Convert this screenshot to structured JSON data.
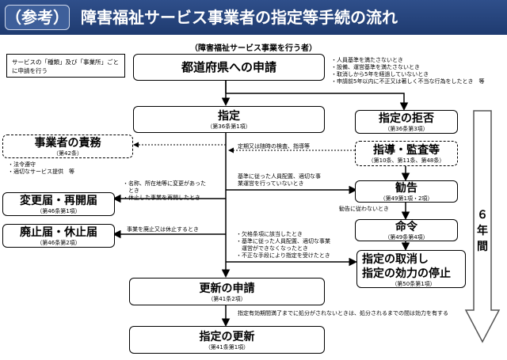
{
  "header": {
    "tag": "（参考）",
    "title": "障害福祉サービス事業者の指定等手続の流れ"
  },
  "subtitle": "（障害福祉サービス事業を行う者）",
  "side_note": "サービスの「種類」及び「事業所」ごとに申請を行う",
  "boxes": {
    "application": {
      "title": "都道府県への申請"
    },
    "designation": {
      "title": "指定",
      "sub": "（第36条第1項）"
    },
    "refusal": {
      "title": "指定の拒否",
      "sub": "（第36条第3項）"
    },
    "duties": {
      "title": "事業者の責務",
      "sub": "（第42条）"
    },
    "guidance": {
      "title": "指導・監査等",
      "sub": "（第10条、第11条、第48条）"
    },
    "recommendation": {
      "title": "勧告",
      "sub": "（第49第1項・2項）"
    },
    "change": {
      "title": "変更届・再開届",
      "sub": "（第46条第1項）"
    },
    "order": {
      "title": "命令",
      "sub": "（第49条第4項）"
    },
    "abolition": {
      "title": "廃止届・休止届",
      "sub": "（第46条第2項）"
    },
    "revocation": {
      "title1": "指定の取消し",
      "title2": "指定の効力の停止",
      "sub": "（第50条第1項）"
    },
    "renewal_app": {
      "title": "更新の申請",
      "sub": "（第41条2項）"
    },
    "renewal": {
      "title": "指定の更新",
      "sub": "（第41条第1項）"
    }
  },
  "notes": {
    "refusal_reasons": "・人員基準を満たさないとき\n・設備、運営基準を満たさないとき\n・取消しから5年を経過していないとき\n・申請前5年以内に不正又は著しく不当な行為をしたとき　等",
    "duties_items": "・法令遵守\n・適切なサービス提供　等",
    "inspection": "定期又は随時の検査、指導等",
    "recommendation_reason": "基準に従った人員配置、適切な事\n業運営を行っていないとき",
    "change_reason": "・名称、所在地等に変更があった\n　とき\n・休止した事業を再開したとき",
    "order_reason": "勧告に従わないとき",
    "abolition_reason": "事業を廃止又は休止するとき",
    "revocation_reasons": "・欠格条項に該当したとき\n・基準に従った人員配置、適切な事業\n　運営ができなくなったとき\n・不正な手段により指定を受けたとき",
    "renewal_note": "指定有効期間満了までに処分がされないときは、処分されるまでの間は効力を有する"
  },
  "period": {
    "line1": "６",
    "line2": "年",
    "line3": "間"
  },
  "colors": {
    "header": "#1f3b70",
    "arrow_fill": "#ffffff"
  }
}
